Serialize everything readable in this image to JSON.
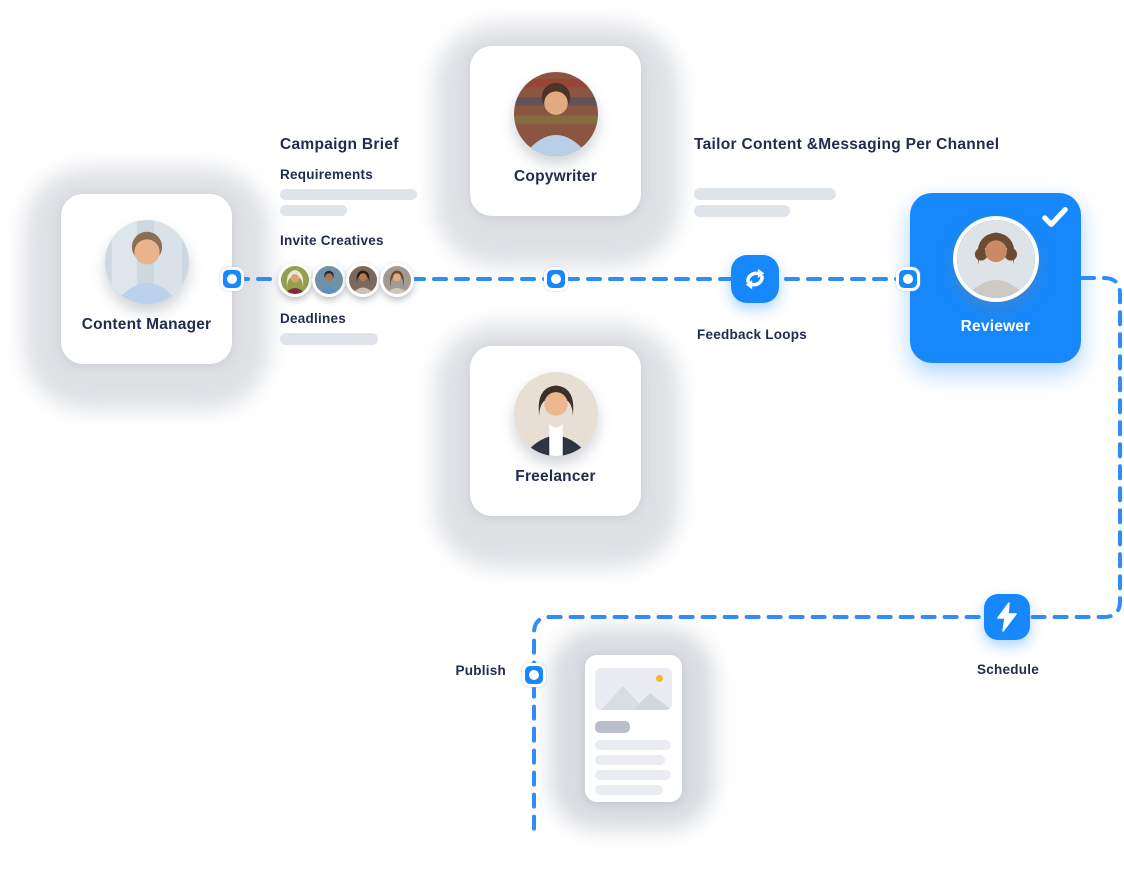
{
  "colors": {
    "accent_blue": "#1788fb",
    "dash_blue": "#2f8cf9",
    "navy_text": "#222c4f",
    "bar_gray": "#dfe3ea",
    "doc_dot_orange": "#f7b733"
  },
  "cards": {
    "content_manager": {
      "label": "Content Manager"
    },
    "copywriter": {
      "label": "Copywriter"
    },
    "freelancer": {
      "label": "Freelancer"
    },
    "reviewer": {
      "label": "Reviewer"
    }
  },
  "annotations": {
    "campaign_brief": "Campaign Brief",
    "requirements": "Requirements",
    "invite_creatives": "Invite Creatives",
    "deadlines": "Deadlines",
    "tailor_channel": "Tailor Content &Messaging Per Channel",
    "feedback_loops": "Feedback Loops",
    "publish": "Publish",
    "schedule": "Schedule"
  },
  "icons": {
    "sync": "sync-icon",
    "lightning": "lightning-icon",
    "check": "check-icon",
    "connector_node": "node-dot"
  },
  "creatives_count": 4
}
